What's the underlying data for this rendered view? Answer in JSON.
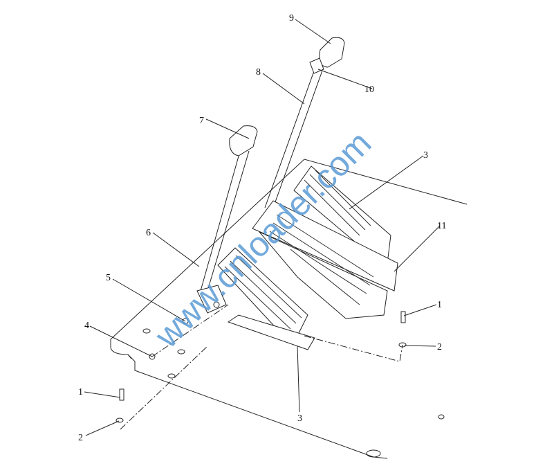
{
  "diagram": {
    "callouts": {
      "c9": "9",
      "c10": "10",
      "c8": "8",
      "c7": "7",
      "c3a": "3",
      "c11": "11",
      "c6": "6",
      "c5": "5",
      "c4": "4",
      "c1a": "1",
      "c2a": "2",
      "c3b": "3",
      "c1b": "1",
      "c2b": "2"
    },
    "watermark": "www.cnloader.com"
  }
}
